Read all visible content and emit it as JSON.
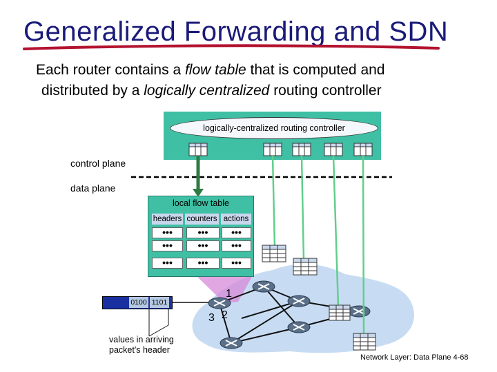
{
  "slide": {
    "title": "Generalized Forwarding and SDN",
    "subtitle_line1_a": "Each router contains a ",
    "subtitle_line1_b": "flow table",
    "subtitle_line1_c": " that is computed and",
    "subtitle_line2_a": "distributed by a ",
    "subtitle_line2_b": "logically centralized",
    "subtitle_line2_c": " routing controller",
    "footer": "Network Layer: Data Plane 4-68"
  },
  "diagram": {
    "controller_label": "logically-centralized routing controller",
    "control_plane_label": "control plane",
    "data_plane_label": "data plane",
    "flow_table": {
      "title": "local flow table",
      "columns": [
        "headers",
        "counters",
        "actions"
      ],
      "ellipsis": "•••"
    },
    "packet": {
      "field_a": "0100",
      "field_b": "1101"
    },
    "values_label": "values in arriving packet's header",
    "ports": {
      "p1": "1",
      "p2": "2",
      "p3": "3"
    }
  },
  "colors": {
    "title": "#1a1a7a",
    "controller_bg": "#3fbfa4",
    "network_cloud": "#c7dcf3",
    "highlight_beam": "#d78ad8",
    "flow_link": "#2f8f4f",
    "router": "#5a6f88"
  }
}
